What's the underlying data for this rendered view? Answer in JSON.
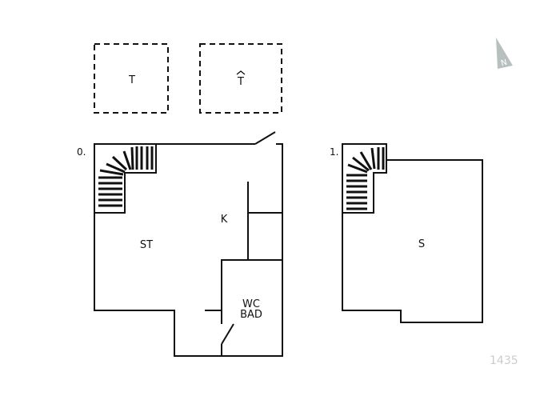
{
  "floorplan": {
    "outbuildings": [
      {
        "label": "T"
      },
      {
        "label": "T"
      }
    ],
    "levels": [
      {
        "label": "0.",
        "rooms": [
          "ST",
          "K",
          "WC",
          "BAD"
        ]
      },
      {
        "label": "1.",
        "rooms": [
          "S"
        ]
      }
    ],
    "compass": {
      "label": "N",
      "color": "#b7c0bf"
    },
    "watermark": "1435"
  }
}
